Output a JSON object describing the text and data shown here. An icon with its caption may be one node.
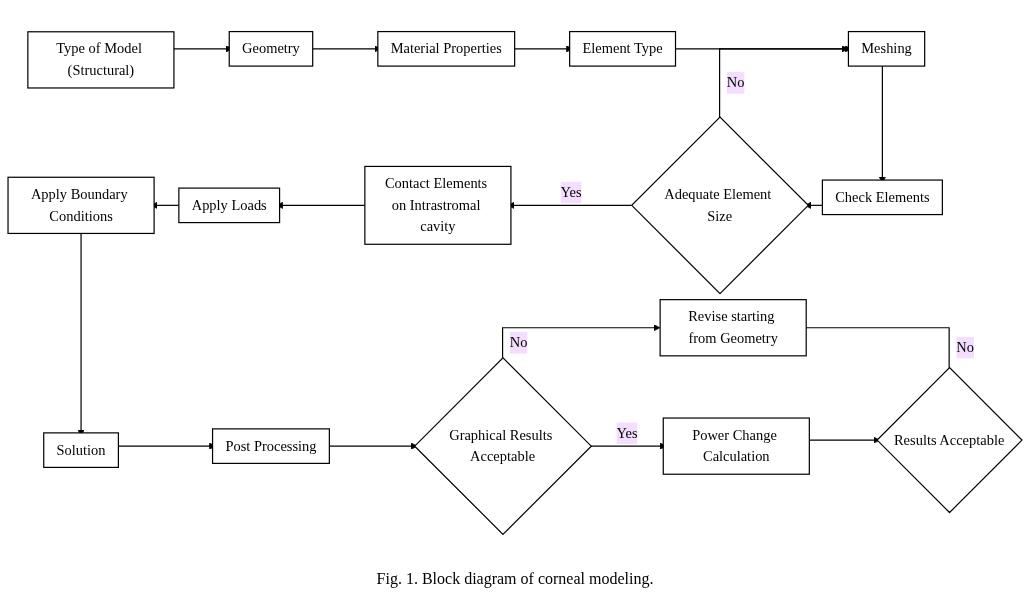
{
  "diagram": {
    "caption": "Fig. 1. Block diagram of corneal modeling.",
    "nodes": [
      {
        "text": [
          "Type of Model (Structural)"
        ]
      },
      {
        "text": [
          "Geometry"
        ]
      },
      {
        "text": [
          "Material Properties"
        ]
      },
      {
        "text": [
          "Element Type"
        ]
      },
      {
        "text": [
          "Meshing"
        ]
      },
      {
        "text": [
          "Check Elements"
        ]
      },
      {
        "text": [
          "Adequate Element Size"
        ]
      },
      {
        "text": [
          "Contact Elements on Intrastromal cavity"
        ]
      },
      {
        "text": [
          "Apply Loads"
        ]
      },
      {
        "text": [
          "Apply Boundary Conditions"
        ]
      },
      {
        "text": [
          "Solution"
        ]
      },
      {
        "text": [
          "Post Processing"
        ]
      },
      {
        "text": [
          "Graphical Results Acceptable"
        ]
      },
      {
        "text": [
          "Revise starting from Geometry"
        ]
      },
      {
        "text": [
          "Power Change Calculation"
        ]
      },
      {
        "text": [
          "Results Acceptable"
        ]
      }
    ],
    "edges": [
      {
        "from": 0,
        "to": 1,
        "arrow": "to"
      },
      {
        "from": 1,
        "to": 2,
        "arrow": "to"
      },
      {
        "from": 2,
        "to": 3,
        "arrow": "to"
      },
      {
        "from": 3,
        "to": 4,
        "arrow": "to"
      },
      {
        "from": 4,
        "to": 5,
        "arrow": "to"
      },
      {
        "from": 5,
        "to": 6,
        "arrow": "to"
      },
      {
        "from": 6,
        "to": 4,
        "arrow": "to",
        "label": "No"
      },
      {
        "from": 6,
        "to": 7,
        "arrow": "to",
        "label": "Yes"
      },
      {
        "from": 7,
        "to": 8,
        "arrow": "to"
      },
      {
        "from": 8,
        "to": 9,
        "arrow": "to"
      },
      {
        "from": 9,
        "to": 10,
        "arrow": "to"
      },
      {
        "from": 10,
        "to": 11,
        "arrow": "to"
      },
      {
        "from": 11,
        "to": 12,
        "arrow": "to"
      },
      {
        "from": 12,
        "to": 13,
        "arrow": "to",
        "label": "No"
      },
      {
        "from": 12,
        "to": 14,
        "arrow": "to",
        "label": "Yes"
      },
      {
        "from": 14,
        "to": 15,
        "arrow": "to"
      },
      {
        "from": 15,
        "to": 13,
        "arrow": "to",
        "label": "No"
      }
    ]
  }
}
